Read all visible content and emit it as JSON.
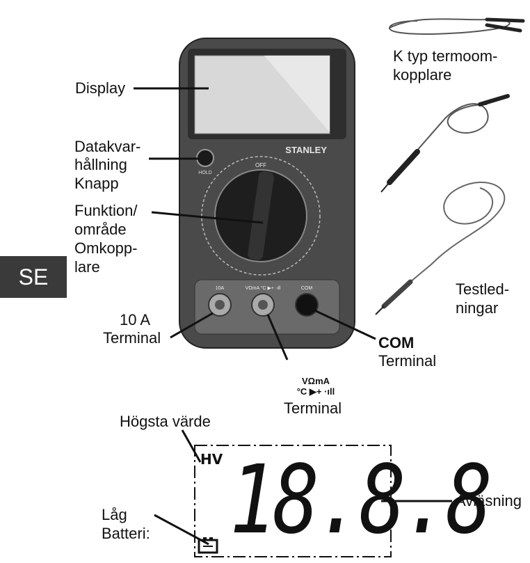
{
  "language_tab": "SE",
  "meter": {
    "brand": "STANLEY",
    "hold_button": "HOLD",
    "terminals": {
      "ten_a": "10A",
      "main": "VΩmA °C ▶+ ·ıll",
      "com": "COM"
    },
    "dial_center": "OFF"
  },
  "labels": {
    "display": "Display",
    "hold_line1": "Datakvar-",
    "hold_line2": "hållning",
    "hold_line3": "Knapp",
    "func_line1": "Funktion/",
    "func_line2": "område",
    "func_line3": "Omkopp-",
    "func_line4": "lare",
    "ten_a_line1": "10 A",
    "ten_a_line2": "Terminal",
    "com_line1": "COM",
    "com_line2": "Terminal",
    "vohm_sym1": "VΩmA",
    "vohm_sym2": "°C ▶+ ·ıll",
    "vohm_line": "Terminal",
    "thermo_line1": "K typ termoom-",
    "thermo_line2": "kopplare",
    "leads_line1": "Testled-",
    "leads_line2": "ningar"
  },
  "lcd": {
    "hv": "HV",
    "digits": "18.8.8",
    "highest_value": "Högsta värde",
    "reading": "Avläsning",
    "low_batt_line1": "Låg",
    "low_batt_line2": "Batteri:"
  }
}
